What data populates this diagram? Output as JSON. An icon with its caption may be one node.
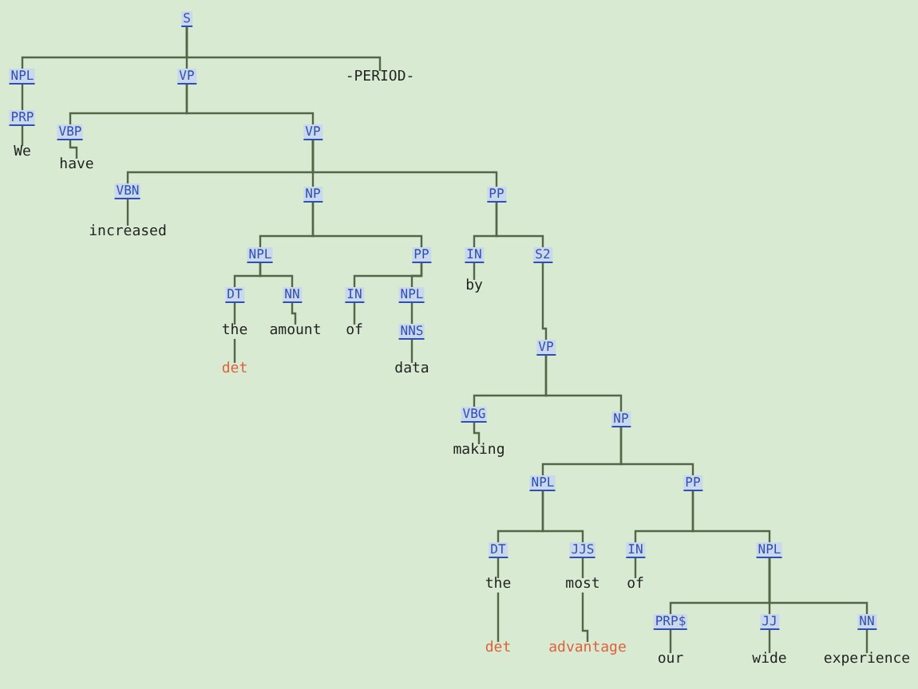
{
  "diagram": {
    "nodes": [
      {
        "text": [
          "S"
        ]
      },
      {
        "text": [
          "NPL"
        ]
      },
      {
        "text": [
          "VP"
        ]
      },
      {
        "text": [
          "-PERIOD-"
        ]
      },
      {
        "text": [
          "PRP"
        ]
      },
      {
        "text": [
          "We"
        ]
      },
      {
        "text": [
          "VBP"
        ]
      },
      {
        "text": [
          "have"
        ]
      },
      {
        "text": [
          "VP"
        ]
      },
      {
        "text": [
          "VBN"
        ]
      },
      {
        "text": [
          "increased"
        ]
      },
      {
        "text": [
          "NP"
        ]
      },
      {
        "text": [
          "PP"
        ]
      },
      {
        "text": [
          "NPL"
        ]
      },
      {
        "text": [
          "PP"
        ]
      },
      {
        "text": [
          "IN"
        ]
      },
      {
        "text": [
          "S2"
        ]
      },
      {
        "text": [
          "DT"
        ]
      },
      {
        "text": [
          "NN"
        ]
      },
      {
        "text": [
          "IN"
        ]
      },
      {
        "text": [
          "NPL"
        ]
      },
      {
        "text": [
          "by"
        ]
      },
      {
        "text": [
          "VP"
        ]
      },
      {
        "text": [
          "the"
        ]
      },
      {
        "text": [
          "amount"
        ]
      },
      {
        "text": [
          "of"
        ]
      },
      {
        "text": [
          "NNS"
        ]
      },
      {
        "text": [
          "det"
        ]
      },
      {
        "text": [
          "data"
        ]
      },
      {
        "text": [
          "VBG"
        ]
      },
      {
        "text": [
          "NP"
        ]
      },
      {
        "text": [
          "making"
        ]
      },
      {
        "text": [
          "NPL"
        ]
      },
      {
        "text": [
          "PP"
        ]
      },
      {
        "text": [
          "DT"
        ]
      },
      {
        "text": [
          "JJS"
        ]
      },
      {
        "text": [
          "IN"
        ]
      },
      {
        "text": [
          "NPL"
        ]
      },
      {
        "text": [
          "the"
        ]
      },
      {
        "text": [
          "most"
        ]
      },
      {
        "text": [
          "of"
        ]
      },
      {
        "text": [
          "det"
        ]
      },
      {
        "text": [
          "advantage"
        ]
      },
      {
        "text": [
          "PRP$"
        ]
      },
      {
        "text": [
          "JJ"
        ]
      },
      {
        "text": [
          "NN"
        ]
      },
      {
        "text": [
          "our"
        ]
      },
      {
        "text": [
          "wide"
        ]
      },
      {
        "text": [
          "experience"
        ]
      }
    ],
    "edges": [
      {
        "from": 0,
        "to": 1,
        "arrow": "none"
      },
      {
        "from": 0,
        "to": 2,
        "arrow": "none"
      },
      {
        "from": 0,
        "to": 3,
        "arrow": "none"
      },
      {
        "from": 1,
        "to": 4,
        "arrow": "none"
      },
      {
        "from": 4,
        "to": 5,
        "arrow": "none"
      },
      {
        "from": 2,
        "to": 6,
        "arrow": "none"
      },
      {
        "from": 2,
        "to": 8,
        "arrow": "none"
      },
      {
        "from": 6,
        "to": 7,
        "arrow": "none"
      },
      {
        "from": 8,
        "to": 9,
        "arrow": "none"
      },
      {
        "from": 8,
        "to": 11,
        "arrow": "none"
      },
      {
        "from": 8,
        "to": 12,
        "arrow": "none"
      },
      {
        "from": 9,
        "to": 10,
        "arrow": "none"
      },
      {
        "from": 11,
        "to": 13,
        "arrow": "none"
      },
      {
        "from": 11,
        "to": 14,
        "arrow": "none"
      },
      {
        "from": 12,
        "to": 15,
        "arrow": "none"
      },
      {
        "from": 12,
        "to": 16,
        "arrow": "none"
      },
      {
        "from": 13,
        "to": 17,
        "arrow": "none"
      },
      {
        "from": 13,
        "to": 18,
        "arrow": "none"
      },
      {
        "from": 14,
        "to": 19,
        "arrow": "none"
      },
      {
        "from": 14,
        "to": 20,
        "arrow": "none"
      },
      {
        "from": 15,
        "to": 21,
        "arrow": "none"
      },
      {
        "from": 16,
        "to": 22,
        "arrow": "none"
      },
      {
        "from": 17,
        "to": 23,
        "arrow": "none"
      },
      {
        "from": 18,
        "to": 24,
        "arrow": "none"
      },
      {
        "from": 19,
        "to": 25,
        "arrow": "none"
      },
      {
        "from": 20,
        "to": 26,
        "arrow": "none"
      },
      {
        "from": 23,
        "to": 27,
        "arrow": "none"
      },
      {
        "from": 26,
        "to": 28,
        "arrow": "none"
      },
      {
        "from": 22,
        "to": 29,
        "arrow": "none"
      },
      {
        "from": 22,
        "to": 30,
        "arrow": "none"
      },
      {
        "from": 29,
        "to": 31,
        "arrow": "none"
      },
      {
        "from": 30,
        "to": 32,
        "arrow": "none"
      },
      {
        "from": 30,
        "to": 33,
        "arrow": "none"
      },
      {
        "from": 32,
        "to": 34,
        "arrow": "none"
      },
      {
        "from": 32,
        "to": 35,
        "arrow": "none"
      },
      {
        "from": 33,
        "to": 36,
        "arrow": "none"
      },
      {
        "from": 33,
        "to": 37,
        "arrow": "none"
      },
      {
        "from": 34,
        "to": 38,
        "arrow": "none"
      },
      {
        "from": 35,
        "to": 39,
        "arrow": "none"
      },
      {
        "from": 36,
        "to": 40,
        "arrow": "none"
      },
      {
        "from": 37,
        "to": 43,
        "arrow": "none"
      },
      {
        "from": 37,
        "to": 44,
        "arrow": "none"
      },
      {
        "from": 37,
        "to": 45,
        "arrow": "none"
      },
      {
        "from": 38,
        "to": 41,
        "arrow": "none"
      },
      {
        "from": 39,
        "to": 42,
        "arrow": "none"
      },
      {
        "from": 43,
        "to": 46,
        "arrow": "none"
      },
      {
        "from": 44,
        "to": 47,
        "arrow": "none"
      },
      {
        "from": 45,
        "to": 48,
        "arrow": "none"
      }
    ]
  }
}
